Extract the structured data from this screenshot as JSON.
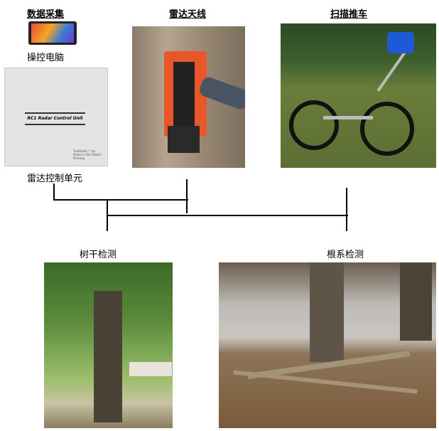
{
  "sections": {
    "data_collection": "数据采集",
    "radar_antenna": "雷达天线",
    "scan_cart": "扫描推车"
  },
  "labels": {
    "control_computer": "操控电脑",
    "radar_control_unit": "雷达控制单元",
    "trunk_detection": "树干检测",
    "root_detection": "根系检测"
  },
  "device_text": {
    "unit_name": "RC1 Radar Control Unit",
    "maker": "TreeRadar™ Inc. Made in USA Patent Pending"
  }
}
